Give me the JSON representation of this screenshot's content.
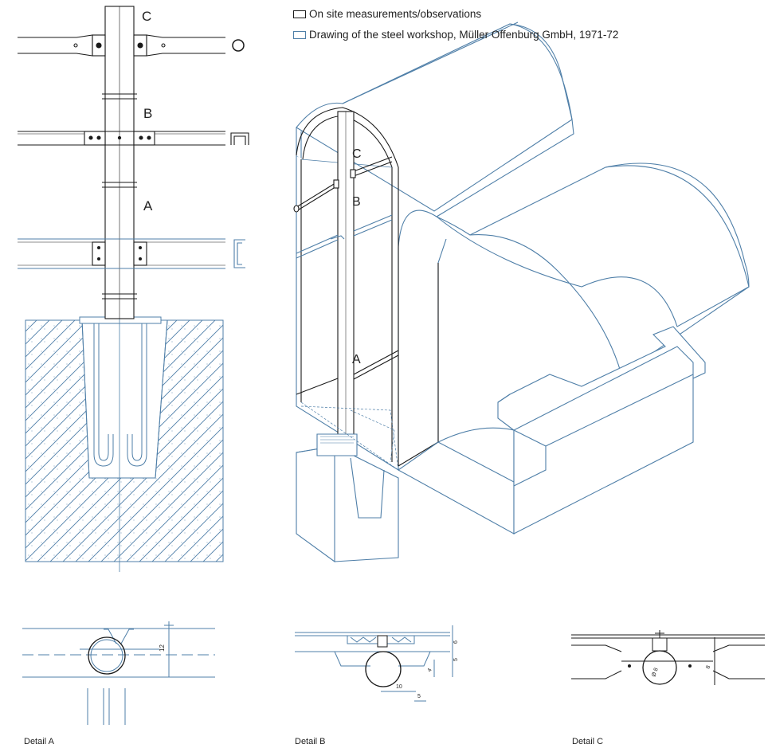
{
  "colors": {
    "site": "#1a1a1a",
    "workshop": "#4f7fa8"
  },
  "legend": [
    {
      "key": "site",
      "label": "On site measurements/observations"
    },
    {
      "key": "workshop",
      "label": "Drawing of the steel workshop, Müller Offenburg GmbH, 1971-72"
    }
  ],
  "elevation_labels": {
    "c": "C",
    "b": "B",
    "a": "A"
  },
  "axo_labels": {
    "c": "C",
    "b": "B",
    "a": "A"
  },
  "details": {
    "a": {
      "caption": "Detail A",
      "dim": "12"
    },
    "b": {
      "caption": "Detail B",
      "dims": [
        "6",
        "5",
        "4",
        "10",
        "5"
      ]
    },
    "c": {
      "caption": "Detail C",
      "dims": [
        "Ø 8",
        "8"
      ]
    }
  }
}
